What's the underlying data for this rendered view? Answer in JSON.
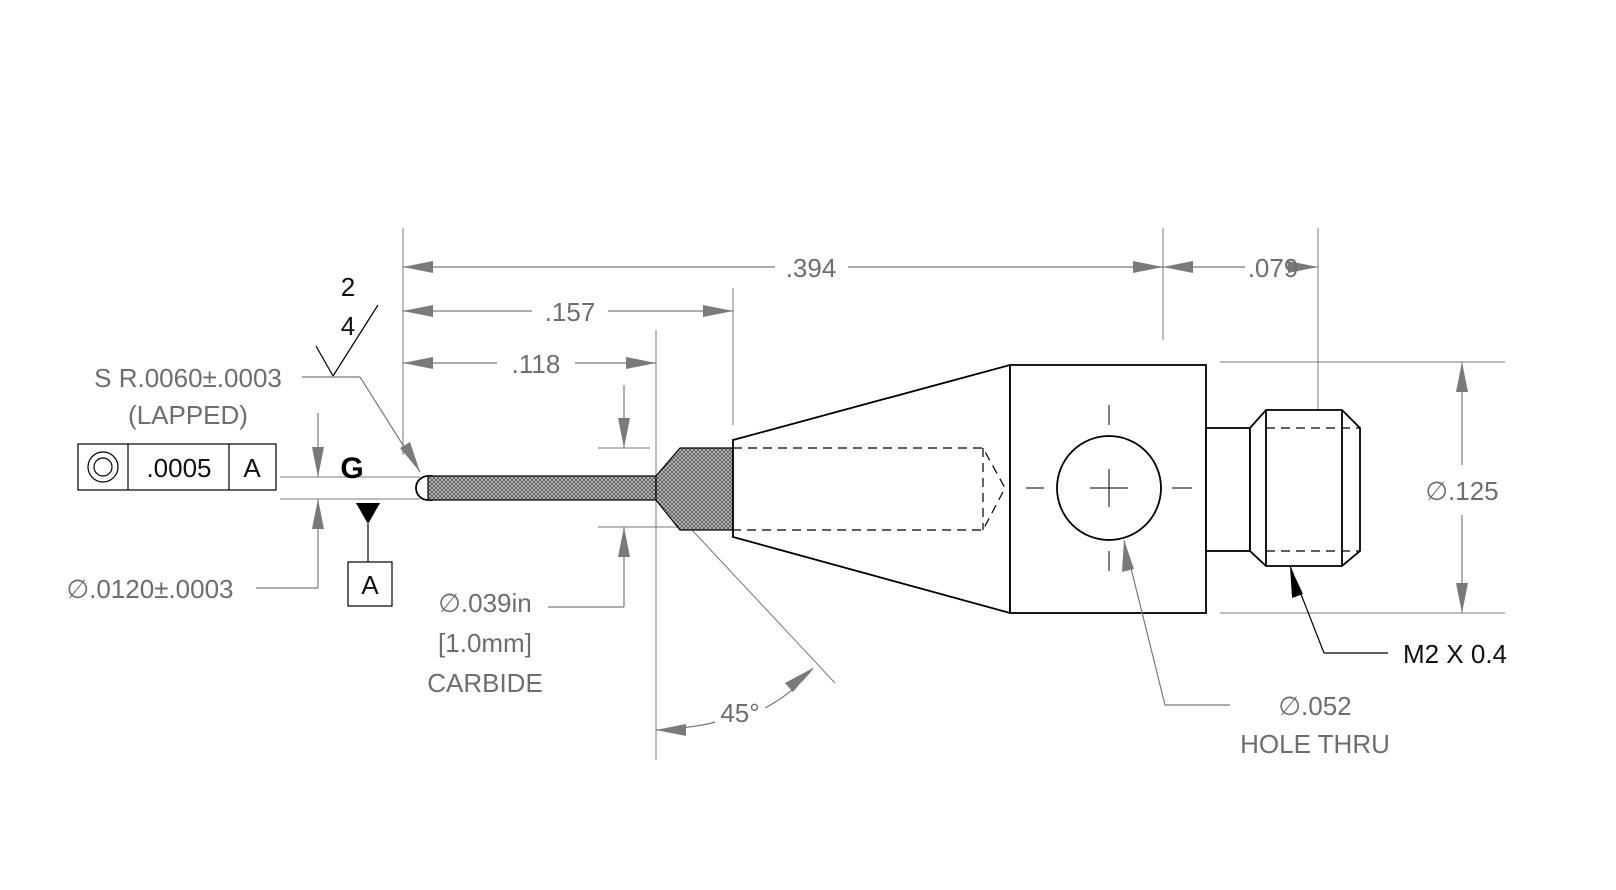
{
  "dimensions": {
    "overall_length": ".394",
    "thread_length": ".079",
    "stem_length_157": ".157",
    "stem_length_118": ".118",
    "body_diameter": "∅.125",
    "hole_diameter": "∅.052",
    "hole_note": "HOLE THRU",
    "angle": "45°",
    "ball_diameter": "∅.0120±.0003",
    "stem_diameter": "∅.039in",
    "stem_diameter_mm": "[1.0mm]",
    "stem_material": "CARBIDE",
    "thread_callout": "M2 X 0.4"
  },
  "annotations": {
    "sphere_radius": "S R.0060±.0003",
    "lapped": "(LAPPED)",
    "grade_label": "G",
    "surface_finish_top": "2",
    "surface_finish_bottom": "4"
  },
  "feature_control_frame": {
    "tolerance": ".0005",
    "datum": "A",
    "symbol": "concentricity-symbol"
  },
  "datum_label": "A",
  "colors": {
    "dimension": "#7a7a7a",
    "outline": "#000000",
    "background": "#ffffff"
  }
}
